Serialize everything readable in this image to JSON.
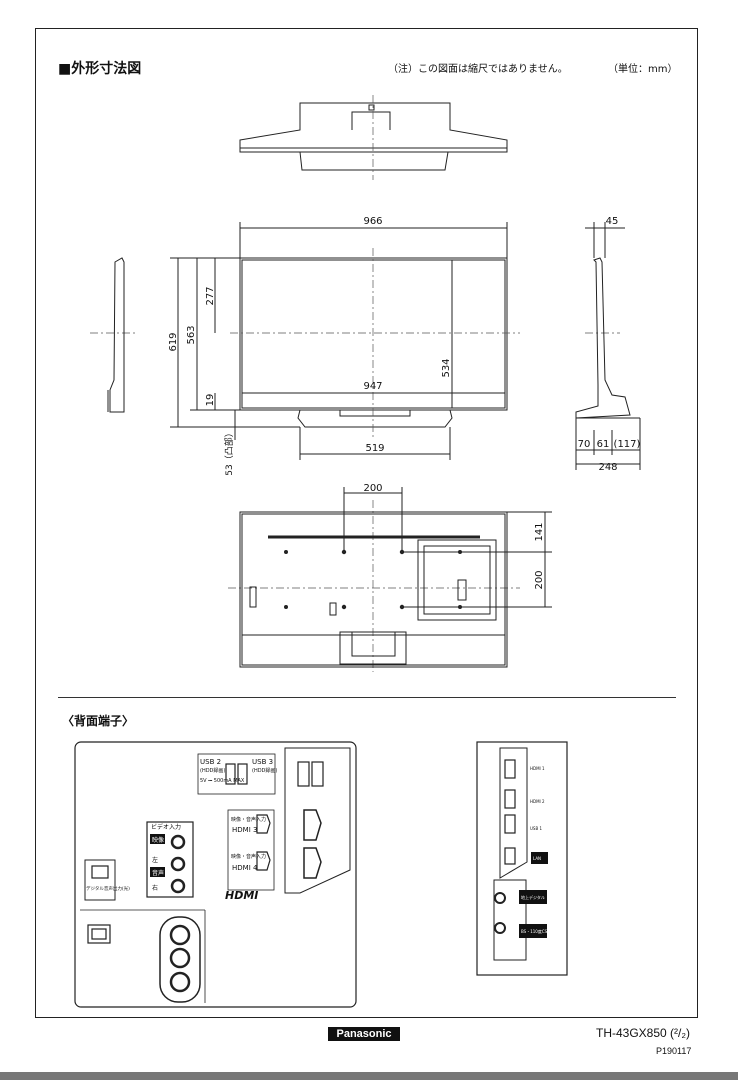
{
  "header": {
    "title": "■外形寸法図",
    "note": "（注）この図面は縮尺ではありません。",
    "unit": "（単位：mm）"
  },
  "dimensions": {
    "width_top": "966",
    "screen_width": "947",
    "height_left_outer": "619",
    "height_left": "563",
    "height_upper": "277",
    "bottom_gap": "19",
    "stand_height": "53（凸部）",
    "screen_height": "534",
    "stand_width": "519",
    "depth_top": "45",
    "depth_a": "70",
    "depth_b": "61",
    "depth_c": "(117)",
    "depth_total": "248",
    "vesa_h": "200",
    "vesa_v": "200",
    "vesa_top": "141"
  },
  "section2": {
    "title": "〈背面端子〉"
  },
  "ports": {
    "usb2": "USB 2",
    "usb3": "USB 3",
    "usb_sub": "(HDD録画)",
    "usb_sub2": "(HDD録画)",
    "usb_power": "5V ⎓ 500mA MAX",
    "video_in": "ビデオ入力",
    "video": "映像",
    "audio_l": "左",
    "audio": "音声",
    "audio_r": "右",
    "hdmi3_label": "映像・音声入力",
    "hdmi3": "HDMI 3",
    "hdmi4_label": "映像・音声入力",
    "hdmi4": "HDMI 4",
    "hdmi_logo": "HDMI",
    "optical": "デジタル音声出力(光)",
    "side_hdmi1": "HDMI 1",
    "side_hdmi2": "HDMI 2",
    "side_usb1": "USB 1",
    "side_lan": "LAN",
    "side_ant1": "地上デジタル",
    "side_ant2": "BS・110度CS"
  },
  "footer": {
    "brand": "Panasonic",
    "model": "TH-43GX850 (²/₂)",
    "code": "P190117"
  }
}
